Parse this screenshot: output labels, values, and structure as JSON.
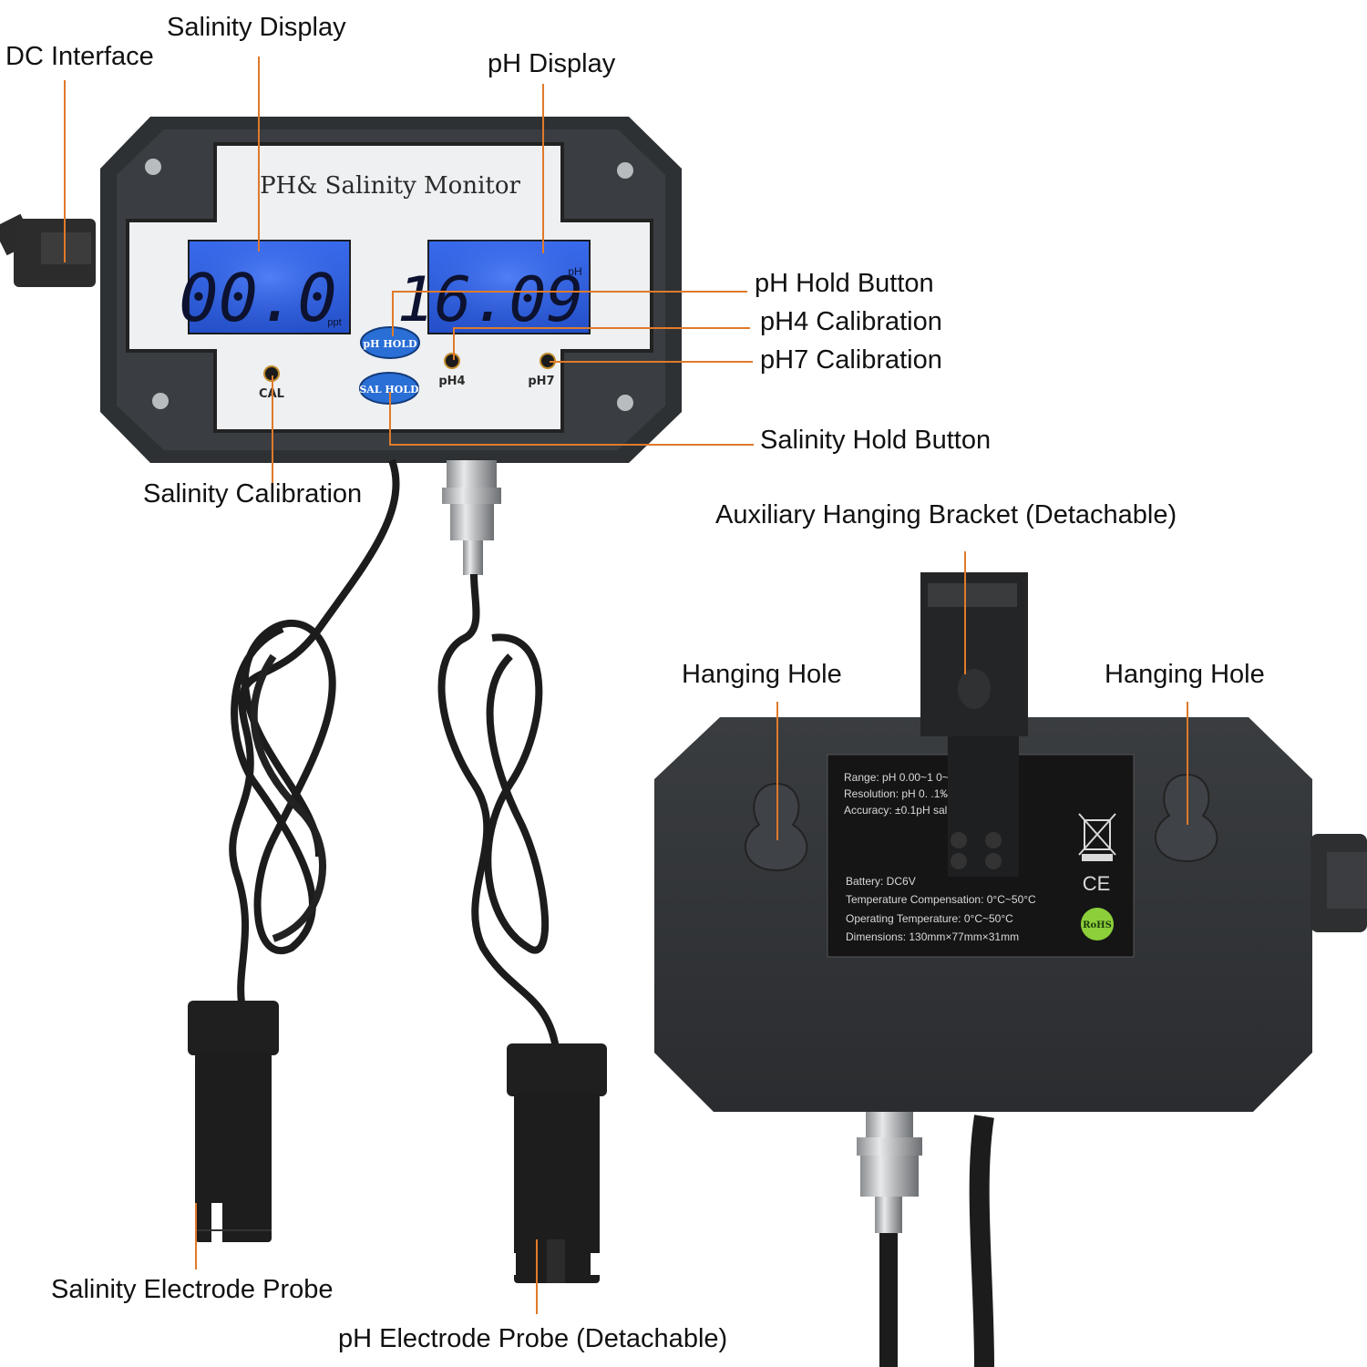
{
  "callouts": {
    "dc_interface": "DC Interface",
    "salinity_display": "Salinity Display",
    "ph_display": "pH Display",
    "ph_hold_button": "pH Hold Button",
    "ph4_calibration": "pH4 Calibration",
    "ph7_calibration": "pH7 Calibration",
    "salinity_hold_button": "Salinity Hold Button",
    "salinity_calibration": "Salinity Calibration",
    "aux_bracket": "Auxiliary Hanging Bracket (Detachable)",
    "hanging_hole_left": "Hanging Hole",
    "hanging_hole_right": "Hanging Hole",
    "salinity_probe": "Salinity Electrode Probe",
    "ph_probe": "pH Electrode Probe (Detachable)"
  },
  "device": {
    "panel_title": "PH& Salinity  Monitor",
    "salinity_reading": "00.0",
    "salinity_unit": "ppt",
    "ph_reading": "16.09",
    "ph_unit": "pH",
    "ph_hold_label": "pH HOLD",
    "sal_hold_label": "SAL HOLD",
    "cal_label": "CAL",
    "ph4_label": "pH4",
    "ph7_label": "pH7"
  },
  "spec_label": {
    "line1": "Range: pH 0.00~1   0~100‰",
    "line2": "Resolution: pH 0.   .1‰",
    "line3": "Accuracy: ±0.1pH  salin  ±2  .S",
    "line4": "Battery: DC6V",
    "line5": "Temperature Compensation: 0°C~50°C",
    "line6": "Operating Temperature: 0°C~50°C",
    "line7": "Dimensions: 130mm×77mm×31mm",
    "rohs": "RoHS",
    "ce": "CE"
  },
  "colors": {
    "leader": "#e07a2a",
    "housing": "#2e3134",
    "lcd": "#2f5fe0",
    "button": "#2a6fd6"
  }
}
